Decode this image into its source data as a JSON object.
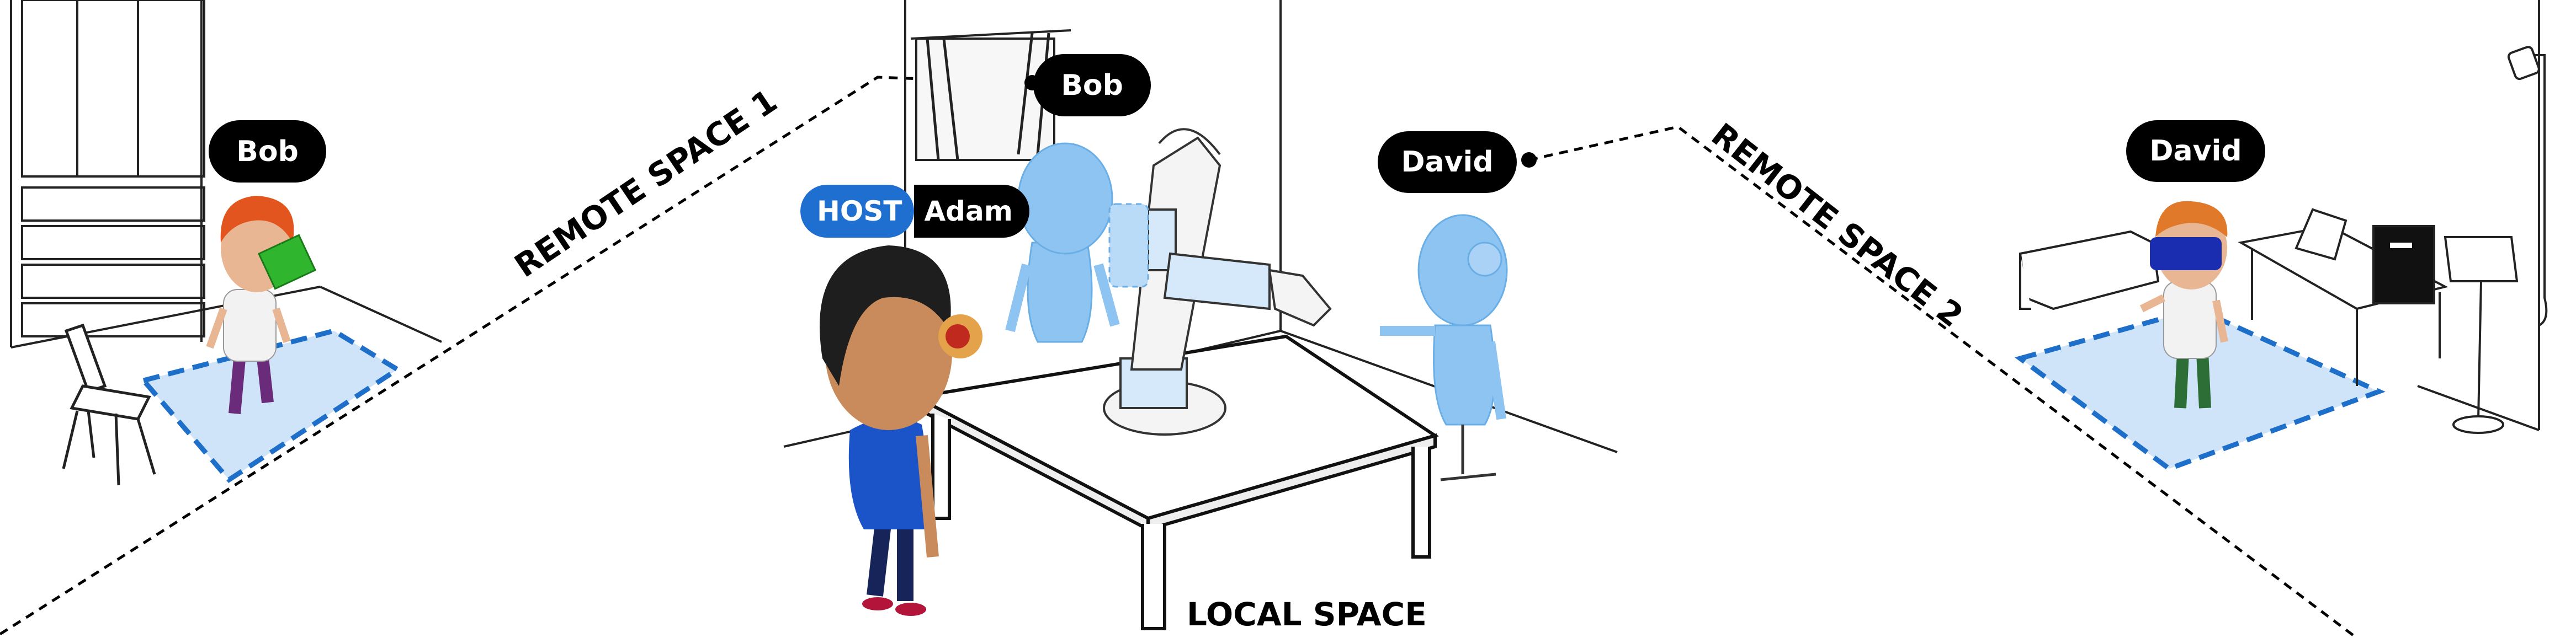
{
  "labels": {
    "remote_space_1": "REMOTE SPACE 1",
    "remote_space_2": "REMOTE SPACE 2",
    "local_space": "LOCAL SPACE"
  },
  "users": {
    "bob_remote": "Bob",
    "bob_avatar": "Bob",
    "david_avatar": "David",
    "david_remote": "David",
    "host_badge": "HOST",
    "host_name": "Adam"
  },
  "colors": {
    "hologram": "#8ec4f2",
    "floor_zone": "#cfe4f8",
    "zone_border": "#1e6fc9",
    "host_badge": "#1f6fd1",
    "headset": "#1a2db0"
  }
}
